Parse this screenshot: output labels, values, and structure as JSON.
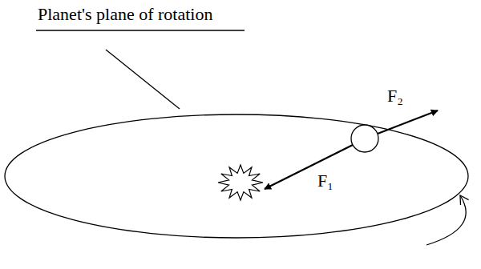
{
  "diagram": {
    "labels": [
      "Planet's plane of rotation",
      "F₂",
      "F₁"
    ]
  }
}
